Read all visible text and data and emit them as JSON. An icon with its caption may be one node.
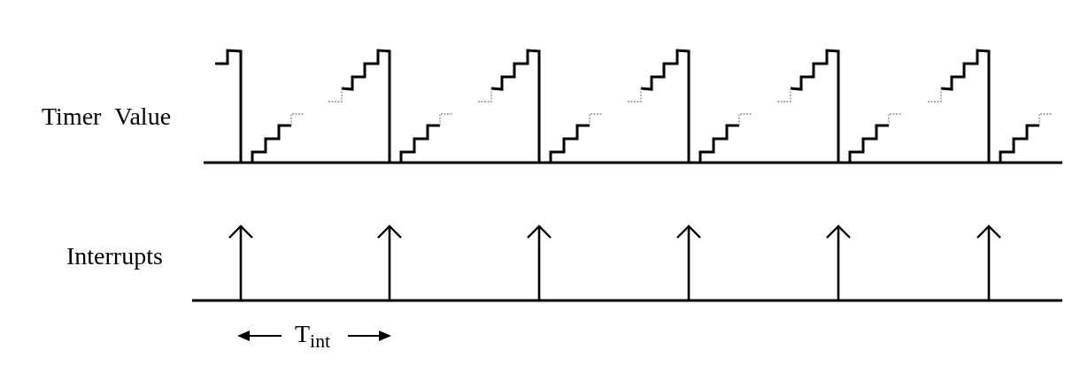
{
  "diagram": {
    "labels": [
      "Timer Value",
      "Interrupts",
      "T$_{int}$"
    ]
  }
}
